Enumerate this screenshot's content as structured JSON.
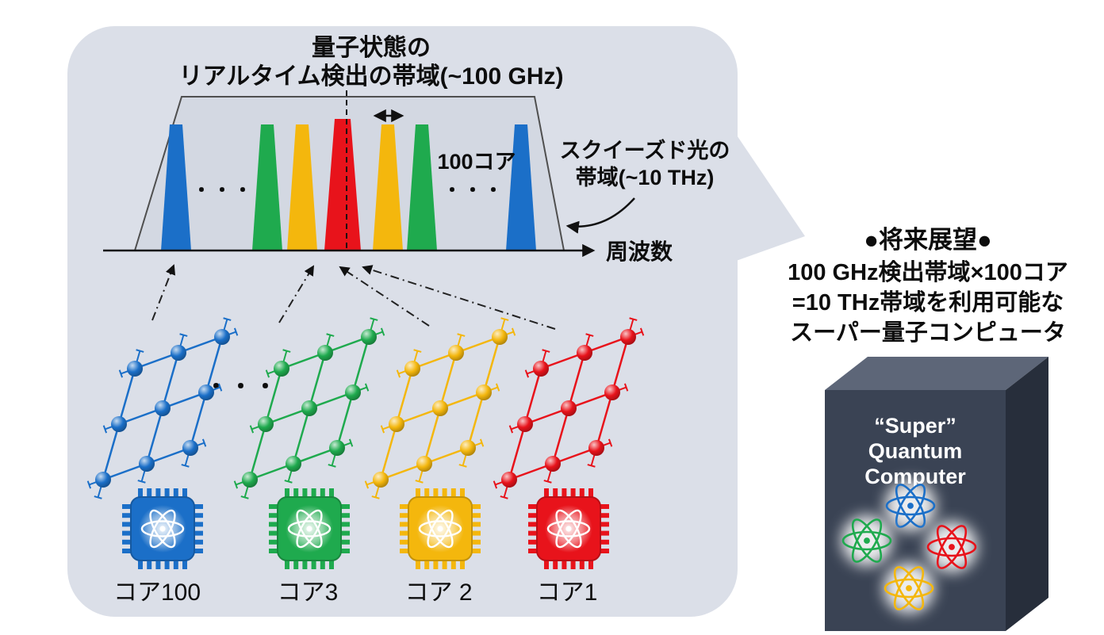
{
  "palette": {
    "blob": "#dbdfe8",
    "envelope_fill": "#d3d8e2",
    "envelope_stroke": "#4f4f4f",
    "ink": "#111111",
    "blue": "#1b6fc8",
    "green": "#1faa4e",
    "yellow": "#f4b70d",
    "red": "#e8131b",
    "box_front": "#3a4354",
    "box_top": "#5d6678",
    "box_side": "#272e3b"
  },
  "spectrum": {
    "title_line1": "量子状態の",
    "title_line2": "リアルタイム検出の帯域(~100 GHz)",
    "peaks": [
      "blue",
      "green",
      "yellow",
      "red",
      "yellow",
      "green",
      "blue"
    ],
    "core_count_label": "100コア",
    "dots": "・・・",
    "squeezed_label_line1": "スクイーズド光の",
    "squeezed_label_line2": "帯域(~10 THz)",
    "axis_label": "周波数"
  },
  "cores": [
    {
      "label": "コア100",
      "color": "blue"
    },
    {
      "label": "コア3",
      "color": "green"
    },
    {
      "label": "コア 2",
      "color": "yellow"
    },
    {
      "label": "コア1",
      "color": "red"
    }
  ],
  "future": {
    "heading": "●将来展望●",
    "line1": "100 GHz検出帯域×100コア",
    "line2": "=10 THz帯域を利用可能な",
    "line3": "スーパー量子コンピュータ"
  },
  "computer": {
    "label_line1": "“Super”",
    "label_line2": "Quantum",
    "label_line3": "Computer",
    "atoms": [
      "blue",
      "green",
      "red",
      "yellow"
    ]
  }
}
